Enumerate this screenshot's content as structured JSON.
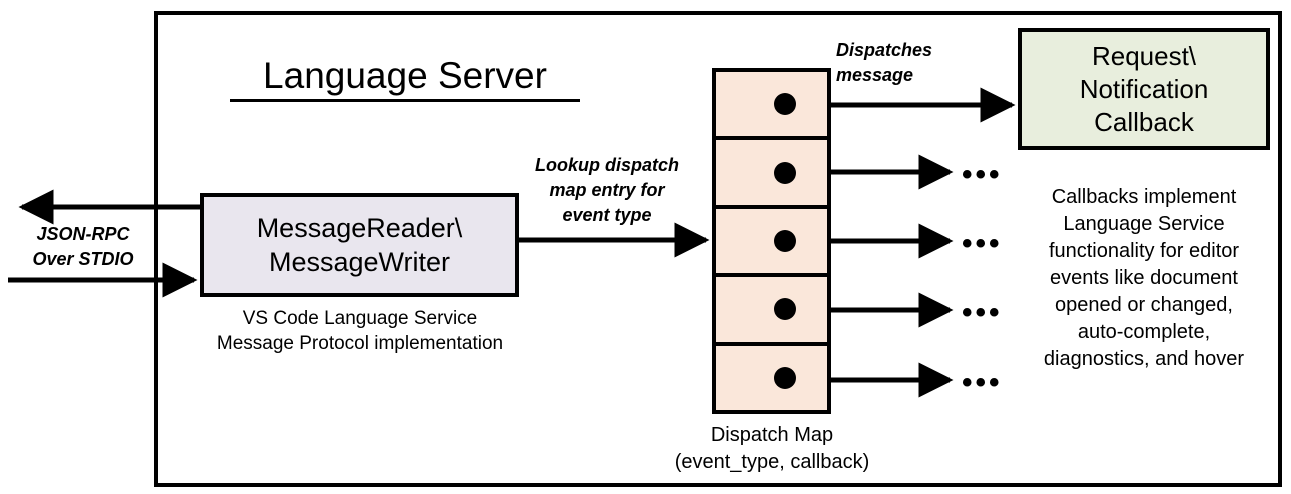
{
  "diagram": {
    "title": "Language Server",
    "frame_border_color": "#000000",
    "background": "#ffffff"
  },
  "nodes": {
    "message_reader": {
      "label": "MessageReader\\\nMessageWriter",
      "caption": "VS Code Language Service\nMessage Protocol implementation",
      "fill": "#e9e6ee"
    },
    "dispatch_map": {
      "caption": "Dispatch Map\n(event_type, callback)",
      "fill": "#fae7da",
      "row_count": 5,
      "rows": [
        {
          "index": 1,
          "has_dot": true,
          "target": "Request\\Notification Callback"
        },
        {
          "index": 2,
          "has_dot": true,
          "target": "..."
        },
        {
          "index": 3,
          "has_dot": true,
          "target": "..."
        },
        {
          "index": 4,
          "has_dot": true,
          "target": "..."
        },
        {
          "index": 5,
          "has_dot": true,
          "target": "..."
        }
      ]
    },
    "callback": {
      "label": "Request\\\nNotification\nCallback",
      "fill": "#e8eedd",
      "description": "Callbacks implement\nLanguage Service\nfunctionality for editor\nevents like document\nopened or changed,\nauto-complete,\ndiagnostics, and hover"
    }
  },
  "edges": {
    "jsonrpc": {
      "label": "JSON-RPC\nOver STDIO",
      "italic": true
    },
    "lookup": {
      "label": "Lookup dispatch\nmap entry for\nevent type",
      "italic": true
    },
    "dispatches": {
      "label": "Dispatches\nmessage",
      "italic": true
    },
    "ellipsis": {
      "label": "•••"
    }
  }
}
